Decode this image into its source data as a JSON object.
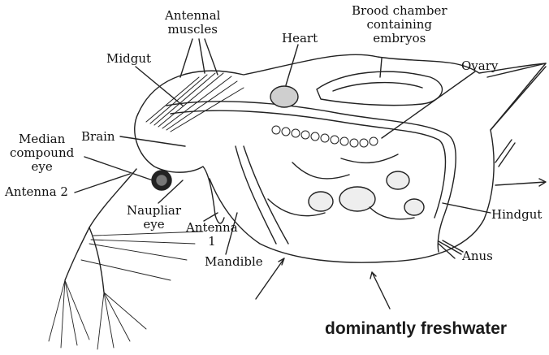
{
  "labels": {
    "antennal_muscles": "Antennal\nmuscles",
    "heart": "Heart",
    "brood_chamber": "Brood chamber\ncontaining\nembryos",
    "ovary": "Ovary",
    "midgut": "Midgut",
    "brain": "Brain",
    "median_eye": "Median\ncompound\neye",
    "antenna2": "Antenna 2",
    "naupliar_eye": "Naupliar\neye",
    "antenna1": "Antenna\n1",
    "mandible": "Mandible",
    "hindgut": "Hindgut",
    "anus": "Anus"
  },
  "caption": "dominantly freshwater"
}
